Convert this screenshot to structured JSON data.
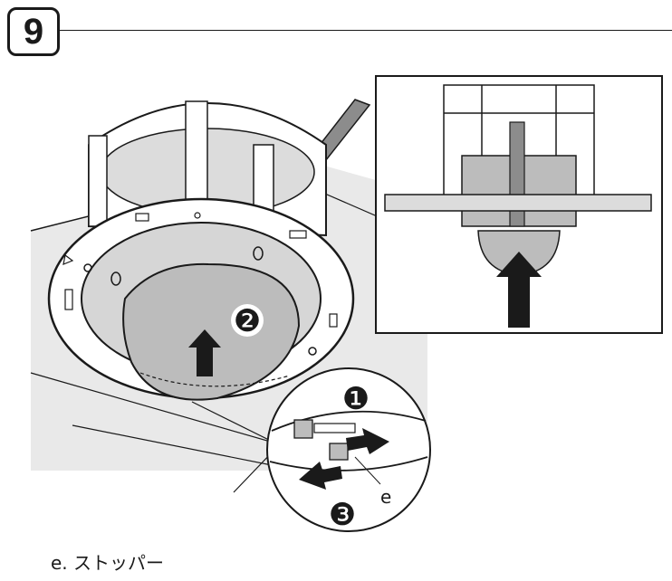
{
  "step": {
    "number": "9"
  },
  "callouts": {
    "c1": "❶",
    "c2": "❷",
    "c3": "❸",
    "part_letter": "e"
  },
  "caption": {
    "text": "e. ストッパー"
  },
  "colors": {
    "line": "#1a1a1a",
    "ceiling": "#e9e9e9",
    "dome": "#bcbcbc",
    "shadow": "#8c8c8c",
    "background": "#ffffff"
  }
}
